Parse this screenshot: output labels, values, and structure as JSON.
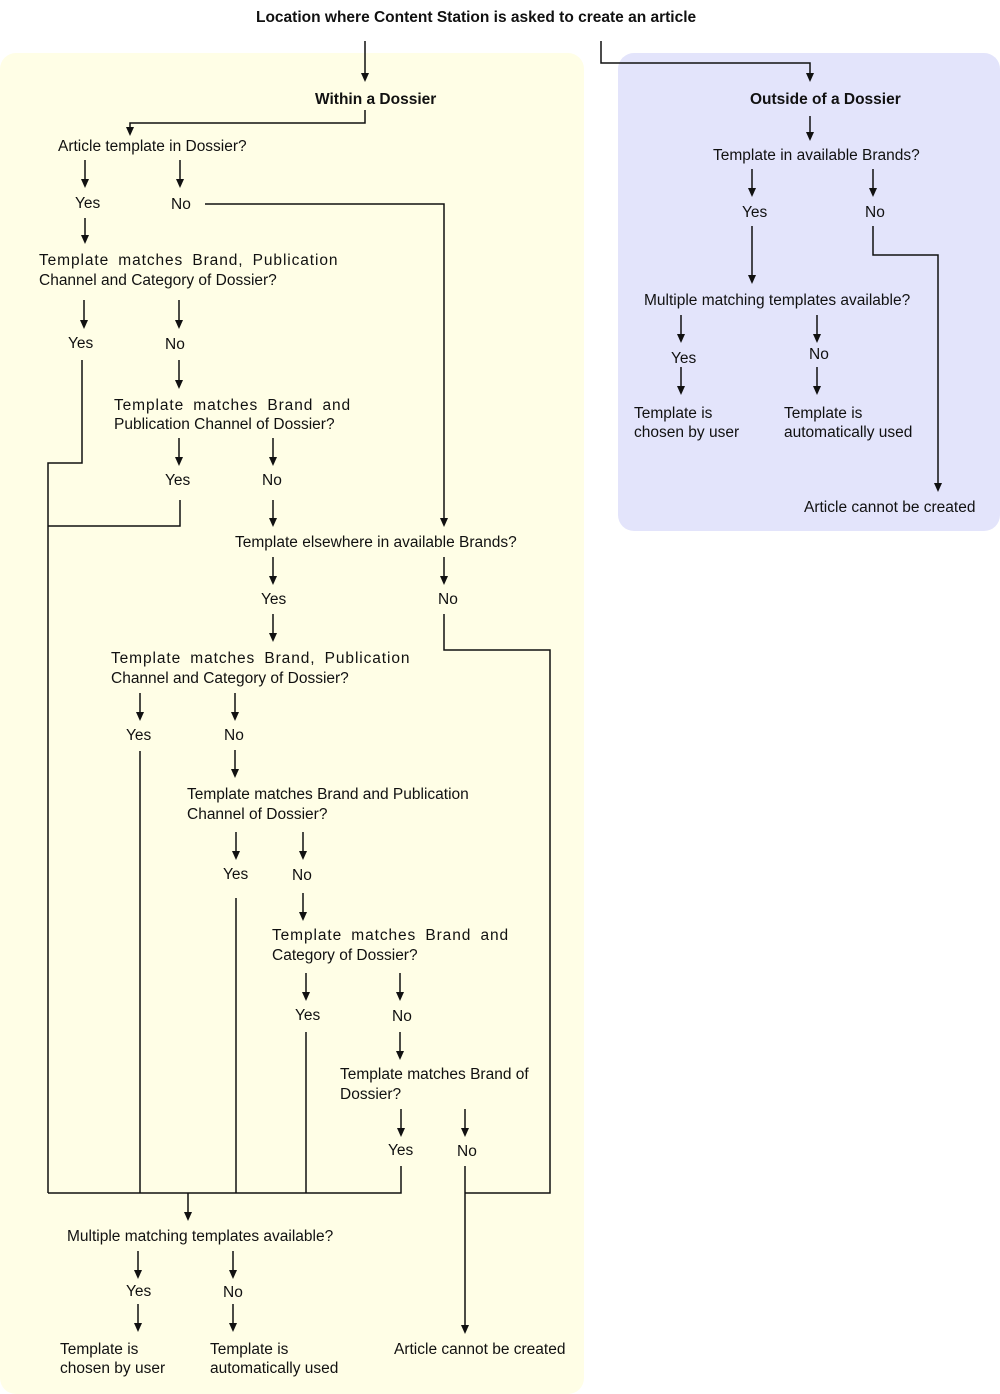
{
  "colors": {
    "within_panel_bg": "#fffee6",
    "outside_panel_bg": "#e3e4fb",
    "line": "#111111"
  },
  "title": "Location where Content Station is asked to create an article",
  "within": {
    "heading": "Within  a Dossier",
    "q1": "Article template in Dossier?",
    "q1_yes": "Yes",
    "q1_no": "No",
    "q2_line1": "Template matches Brand, Publication",
    "q2_line2": "Channel and Category of Dossier?",
    "q2_yes": "Yes",
    "q2_no": "No",
    "q3_line1": "Template matches Brand and",
    "q3_line2": "Publication Channel of Dossier?",
    "q3_yes": "Yes",
    "q3_no": "No",
    "q4": "Template elsewhere in available Brands?",
    "q4_yes": "Yes",
    "q4_no": "No",
    "q5_line1": "Template matches Brand, Publication",
    "q5_line2": "Channel and Category of Dossier?",
    "q5_yes": "Yes",
    "q5_no": "No",
    "q6_line1": "Template matches Brand and Publication",
    "q6_line2": "Channel of Dossier?",
    "q6_yes": "Yes",
    "q6_no": "No",
    "q7_line1": "Template matches Brand and",
    "q7_line2": "Category of Dossier?",
    "q7_yes": "Yes",
    "q7_no": "No",
    "q8_line1": "Template matches Brand of",
    "q8_line2": "Dossier?",
    "q8_yes": "Yes",
    "q8_no": "No",
    "multi": "Multiple matching templates available?",
    "multi_yes": "Yes",
    "multi_no": "No",
    "result_user_line1": "Template is",
    "result_user_line2": "chosen by user",
    "result_auto_line1": "Template is",
    "result_auto_line2": "automatically used",
    "result_fail": "Article cannot be created"
  },
  "outside": {
    "heading": "Outside of a Dossier",
    "q1": "Template in available Brands?",
    "q1_yes": "Yes",
    "q1_no": "No",
    "multi": "Multiple matching templates available?",
    "multi_yes": "Yes",
    "multi_no": "No",
    "result_user_line1": "Template is",
    "result_user_line2": "chosen by user",
    "result_auto_line1": "Template is",
    "result_auto_line2": "automatically used",
    "result_fail": "Article cannot be created"
  }
}
